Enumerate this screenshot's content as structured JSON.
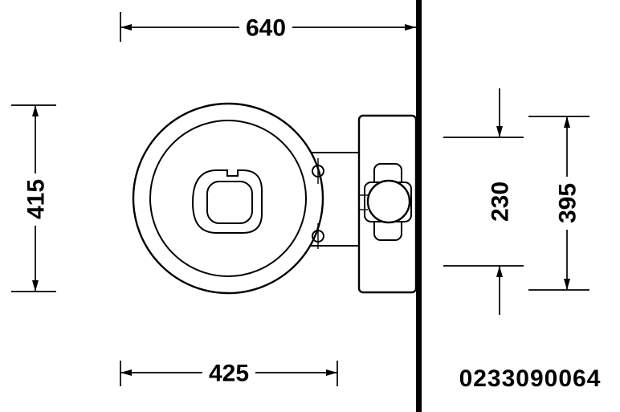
{
  "drawing": {
    "title": "toilet-top-view-dimension-drawing",
    "product_code": "0233090064",
    "dimensions": {
      "overall_depth": "640",
      "bowl_width": "415",
      "bowl_depth": "425",
      "tank_inner_height": "230",
      "tank_outer_height": "395"
    },
    "colors": {
      "line": "#000000",
      "background": "#ffffff"
    }
  }
}
